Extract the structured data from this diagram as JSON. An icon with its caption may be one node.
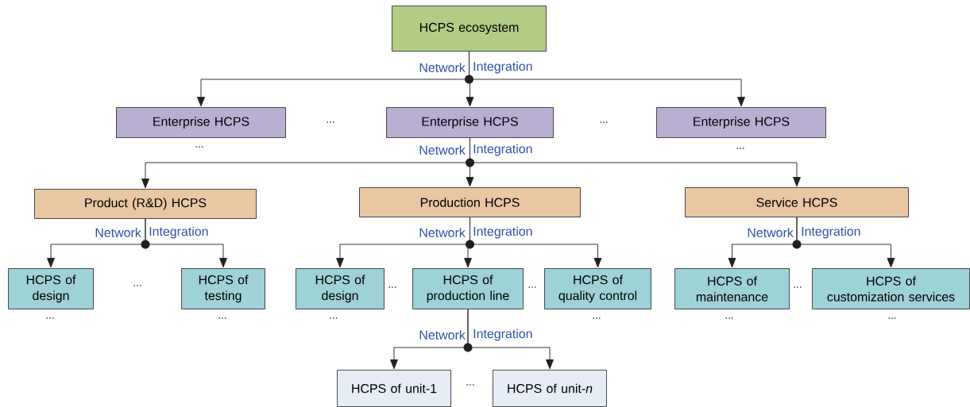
{
  "diagram": {
    "nodes": [
      {
        "text": [
          "HCPS ecosystem"
        ]
      },
      {
        "text": [
          "Enterprise HCPS"
        ]
      },
      {
        "text": [
          "Enterprise HCPS"
        ]
      },
      {
        "text": [
          "Enterprise HCPS"
        ]
      },
      {
        "text": [
          "Product (R&D) HCPS"
        ]
      },
      {
        "text": [
          "Production HCPS"
        ]
      },
      {
        "text": [
          "Service HCPS"
        ]
      },
      {
        "text": [
          "HCPS of design"
        ]
      },
      {
        "text": [
          "HCPS of testing"
        ]
      },
      {
        "text": [
          "HCPS of design"
        ]
      },
      {
        "text": [
          "HCPS of production line"
        ]
      },
      {
        "text": [
          "HCPS of quality control"
        ]
      },
      {
        "text": [
          "HCPS of maintenance"
        ]
      },
      {
        "text": [
          "HCPS of customization services"
        ]
      },
      {
        "text": [
          "HCPS of unit-1"
        ]
      },
      {
        "text": [
          "HCPS of unit-*n*"
        ]
      }
    ],
    "edges": [
      {
        "from": 0,
        "to": 1,
        "arrow": "to"
      },
      {
        "from": 0,
        "to": 2,
        "arrow": "to"
      },
      {
        "from": 0,
        "to": 3,
        "arrow": "to"
      },
      {
        "from": 2,
        "to": 4,
        "arrow": "to"
      },
      {
        "from": 2,
        "to": 5,
        "arrow": "to"
      },
      {
        "from": 2,
        "to": 6,
        "arrow": "to"
      },
      {
        "from": 4,
        "to": 7,
        "arrow": "to"
      },
      {
        "from": 4,
        "to": 8,
        "arrow": "to"
      },
      {
        "from": 5,
        "to": 9,
        "arrow": "to"
      },
      {
        "from": 5,
        "to": 10,
        "arrow": "to"
      },
      {
        "from": 5,
        "to": 11,
        "arrow": "to"
      },
      {
        "from": 6,
        "to": 12,
        "arrow": "to"
      },
      {
        "from": 6,
        "to": 13,
        "arrow": "to"
      },
      {
        "from": 10,
        "to": 14,
        "arrow": "to"
      },
      {
        "from": 10,
        "to": 15,
        "arrow": "to"
      }
    ],
    "labels": [
      "Network",
      "Integration",
      "…",
      "…",
      "…",
      "Network",
      "Integration",
      "…",
      "Network",
      "Integration",
      "Network",
      "Integration",
      "Network",
      "Integration",
      "…",
      "…",
      "…",
      "…",
      "…",
      "…",
      "…",
      "…",
      "…",
      "…",
      "Network",
      "Integration",
      "…"
    ]
  }
}
